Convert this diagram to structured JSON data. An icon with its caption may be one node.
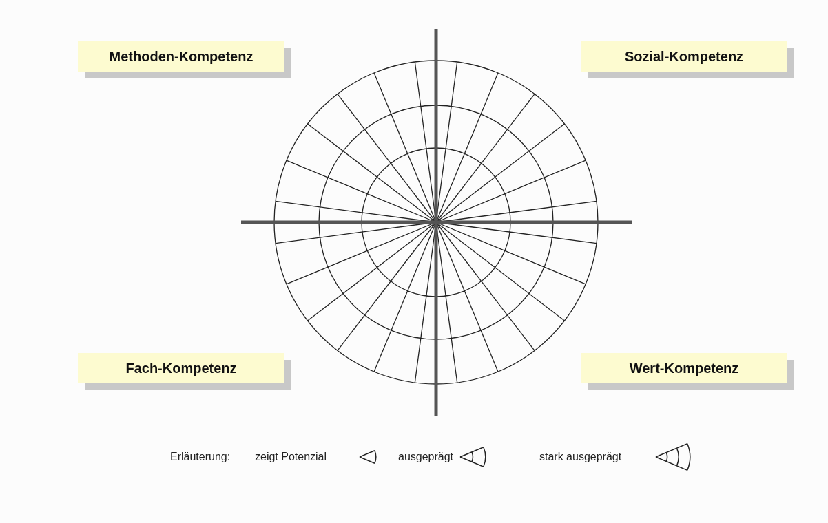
{
  "diagram": {
    "nodes": [
      {
        "text": [
          "Methoden-Kompetenz"
        ]
      },
      {
        "text": [
          "Sozial-Kompetenz"
        ]
      },
      {
        "text": [
          "Fach-Kompetenz"
        ]
      },
      {
        "text": [
          "Wert-Kompetenz"
        ]
      }
    ],
    "labels": [
      "Erläuterung:"
    ],
    "legend": [
      {
        "text": "zeigt Potenzial"
      },
      {
        "text": "ausgeprägt"
      },
      {
        "text": "stark ausgeprägt"
      }
    ]
  }
}
